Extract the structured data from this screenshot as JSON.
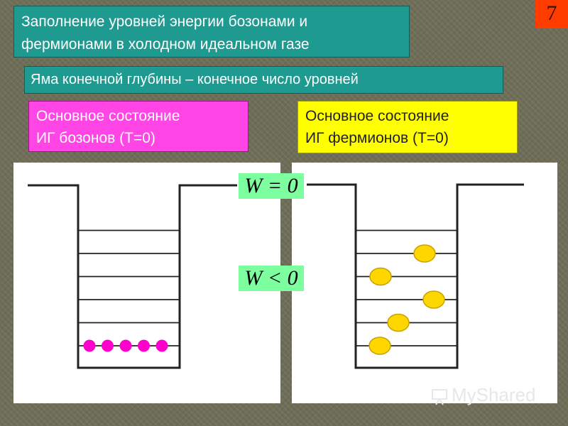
{
  "slide_number": "7",
  "title": {
    "line1": "Заполнение уровней энергии бозонами и",
    "line2": "фермионами в холодном идеальном газе"
  },
  "subtitle": "Яма конечной глубины – конечное число уровней",
  "bosons_label": {
    "line1": "Основное состояние",
    "line2": "ИГ бозонов (T=0)"
  },
  "fermions_label": {
    "line1": "Основное состояние",
    "line2": "ИГ фермионов (T=0)"
  },
  "formulas": {
    "zero": "W = 0",
    "negative": "W < 0"
  },
  "colors": {
    "boson": "#ff00cc",
    "fermion_fill": "#ffd700",
    "fermion_stroke": "#c9a200",
    "line": "#222222"
  },
  "wells": {
    "levels": 6,
    "bosons": {
      "count": 5,
      "level_index": 0
    },
    "fermions": {
      "occupied_levels": [
        0,
        1,
        2,
        3,
        4
      ]
    }
  },
  "watermark": "MyShared"
}
